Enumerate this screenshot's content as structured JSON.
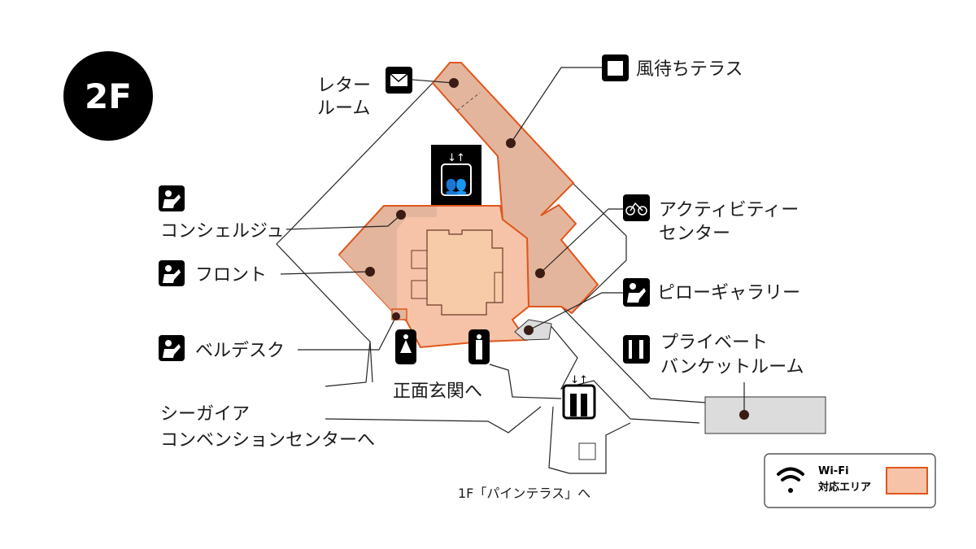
{
  "floor": "2F",
  "colors": {
    "wifi_area": "#f6c3a8",
    "facility_area": "#e3b59c",
    "outline": "#e0561c",
    "gray_area": "#dcdcdc"
  },
  "labels": {
    "letter_room": [
      "レター",
      "ルーム"
    ],
    "kazemachi_terrace": "風待ちテラス",
    "activity_center": [
      "アクティビティー",
      "センター"
    ],
    "concierge": "コンシェルジュ",
    "front": "フロント",
    "pillow_gallery": "ピローギャラリー",
    "bell_desk": "ベルデスク",
    "private_banquet": [
      "プライベート",
      "バンケットルーム"
    ],
    "main_entrance": "正面玄関へ",
    "convention_center": [
      "シーガイア",
      "コンベンションセンターへ"
    ],
    "pine_terrace": "1F「パインテラス」へ"
  },
  "legend": {
    "line1": "Wi-Fi",
    "line2": "対応エリア"
  },
  "icons": [
    "mail-icon",
    "sofa-icon",
    "elevator-icon",
    "bicycle-icon",
    "staff-icon",
    "restaurant-icon",
    "female-restroom-icon",
    "male-restroom-icon",
    "wifi-icon"
  ]
}
